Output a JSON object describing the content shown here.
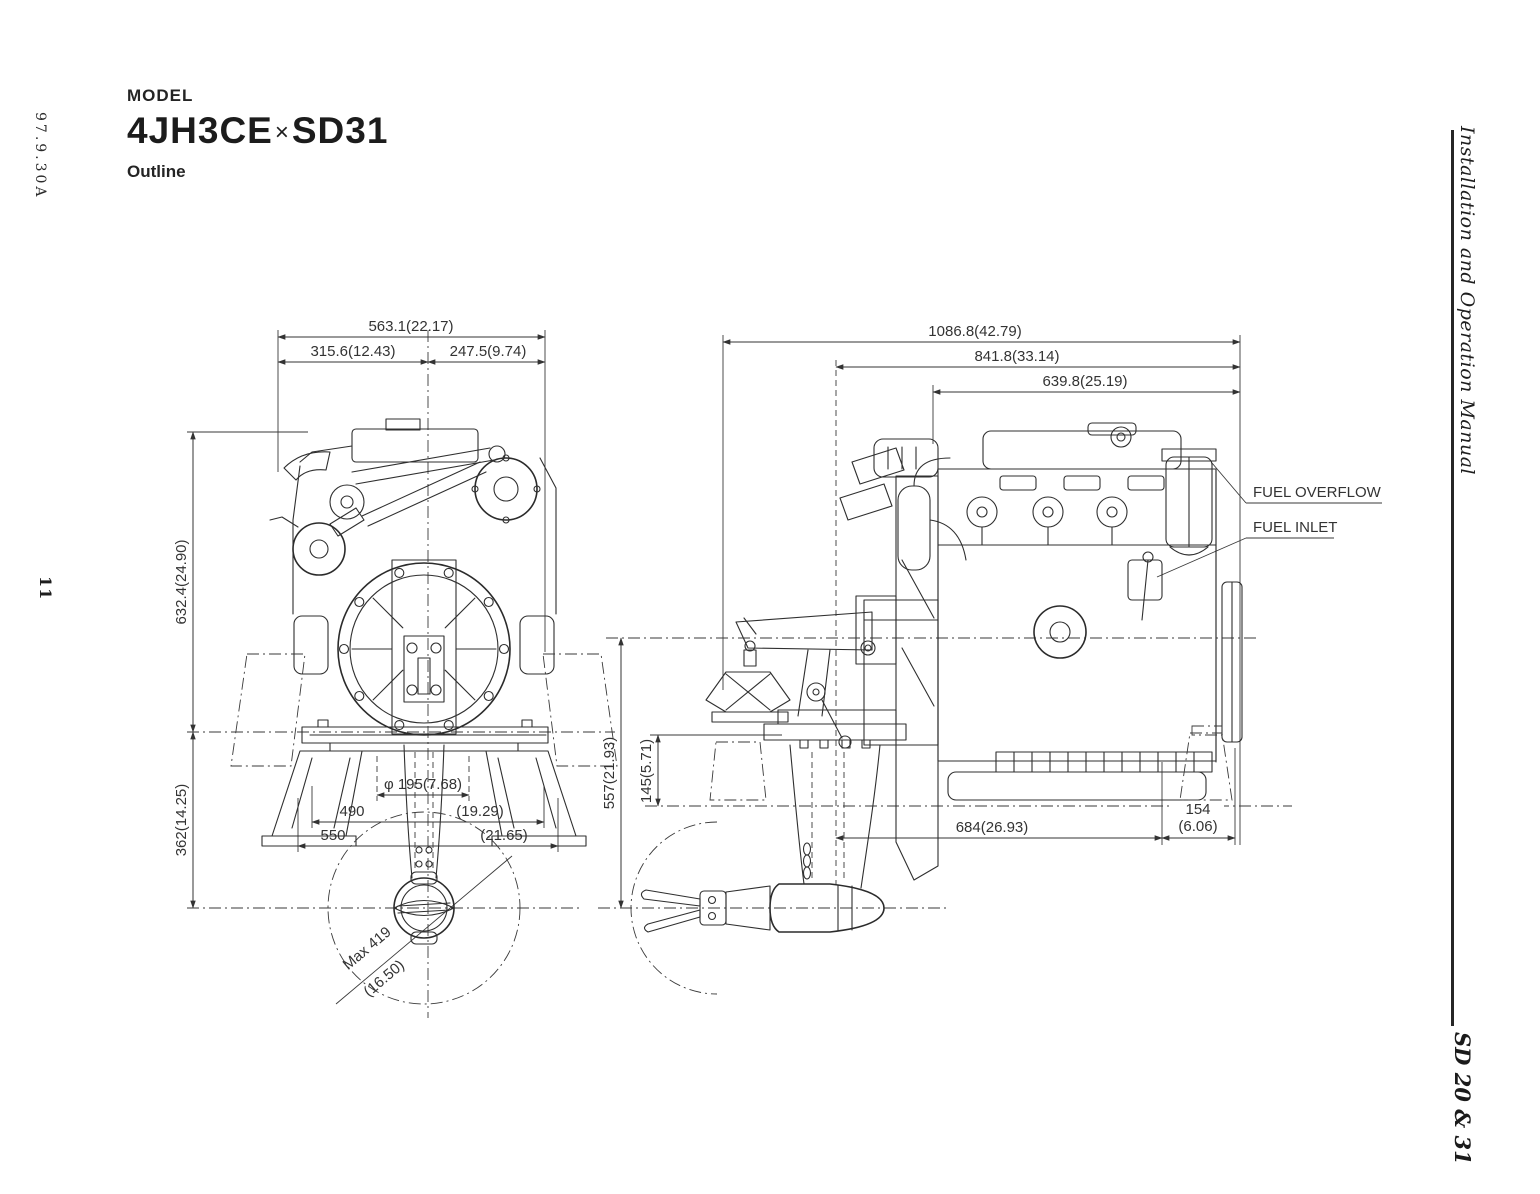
{
  "ink_color": "#2e2e2e",
  "page": {
    "date_code": "97.9.30A",
    "page_number": "11",
    "model_label": "MODEL",
    "model_prefix": "4JH3CE",
    "model_times": "×",
    "model_suffix": "SD31",
    "section_title": "Outline",
    "manual_title": "Installation and Operation Manual",
    "series_title": "SD 20 & 31"
  },
  "front_view": {
    "dims": {
      "overall_width": "563.1(22.17)",
      "width_left": "315.6(12.43)",
      "width_right": "247.5(9.74)",
      "height_above_mount": "632.4(24.90)",
      "height_below_mount": "362(14.25)",
      "hole_diameter": "φ 195(7.68)",
      "span490_mm": "490",
      "span490_in": "(19.29)",
      "span550_mm": "550",
      "span550_in": "(21.65)",
      "prop_swing_mm": "Max 419",
      "prop_swing_in": "(16.50)"
    }
  },
  "side_view": {
    "dims": {
      "overall_length": "1086.8(42.79)",
      "length_to_rear": "841.8(33.14)",
      "engine_length": "639.8(25.19)",
      "height_to_prop_axis": "557(21.93)",
      "flange_height": "145(5.71)",
      "center_to_rear": "684(26.93)",
      "rear_foot_mm": "154",
      "rear_foot_in": "(6.06)"
    },
    "labels": {
      "fuel_overflow": "FUEL OVERFLOW",
      "fuel_inlet": "FUEL INLET"
    }
  }
}
